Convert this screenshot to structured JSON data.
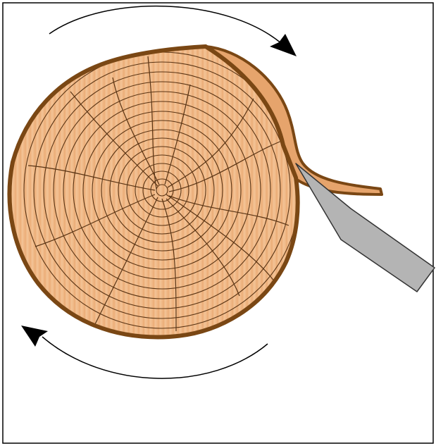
{
  "diagram": {
    "colors": {
      "background": "#ffffff",
      "border": "#000000",
      "wood_light": "#f2c295",
      "wood_mid": "#e9a66e",
      "bark": "#7a4714",
      "ring_line": "#5a3414",
      "knife_fill": "#b4b4b4",
      "knife_stroke": "#333333",
      "arrow": "#000000"
    },
    "rotation_direction": "clockwise",
    "ring_count": 14,
    "ray_count": 13,
    "parts": [
      "log-cross-section",
      "growth-rings",
      "bark",
      "peeled-veneer-strip",
      "knife-blade",
      "rotation-arrows"
    ]
  }
}
